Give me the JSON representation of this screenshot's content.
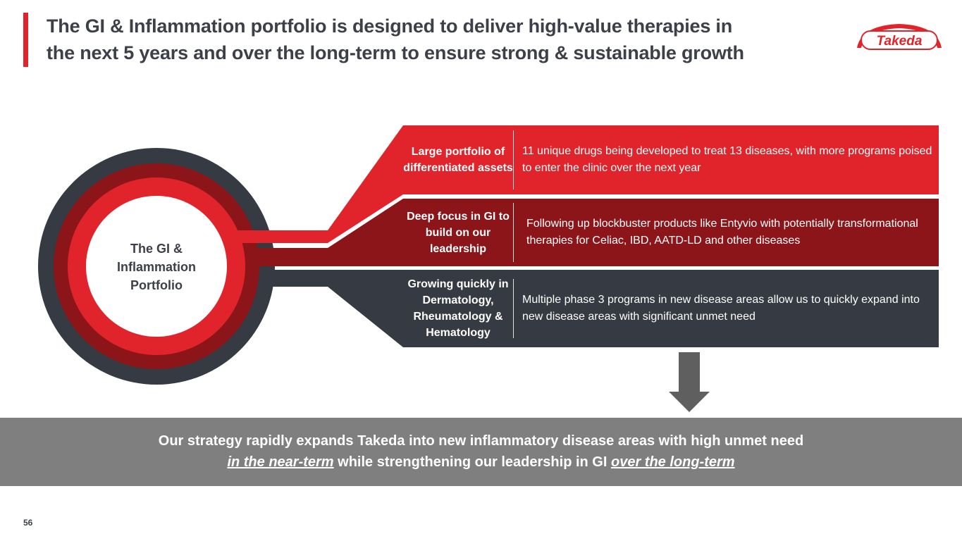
{
  "header": {
    "title_line1": "The GI & Inflammation portfolio is designed to deliver high-value therapies in",
    "title_line2": "the next 5 years and over the long-term to ensure strong & sustainable growth",
    "logo_text": "Takeda"
  },
  "diagram": {
    "center_label": [
      "The GI &",
      "Inflammation",
      "Portfolio"
    ],
    "rows": [
      {
        "heading": "Large portfolio of differentiated assets",
        "description": "11 unique drugs being developed to treat 13 diseases, with more programs poised to enter the clinic over the next year",
        "color": "#e1242b"
      },
      {
        "heading": "Deep focus in GI to build on our leadership",
        "description": "Following up blockbuster products like Entyvio with potentially transformational therapies for Celiac, IBD, AATD-LD and other diseases",
        "color": "#8c1519"
      },
      {
        "heading": "Growing quickly in Dermatology, Rheumatology & Hematology",
        "description": "Multiple phase 3 programs in new disease areas allow us to quickly expand into new disease areas with significant unmet need",
        "color": "#363a42"
      }
    ]
  },
  "banner": {
    "line1": "Our strategy rapidly expands Takeda into new inflammatory disease areas with high unmet need",
    "line2_em1": "in the near-term",
    "line2_mid": " while strengthening our leadership in GI ",
    "line2_em2": "over the long-term"
  },
  "footer": {
    "page_number": "56"
  }
}
